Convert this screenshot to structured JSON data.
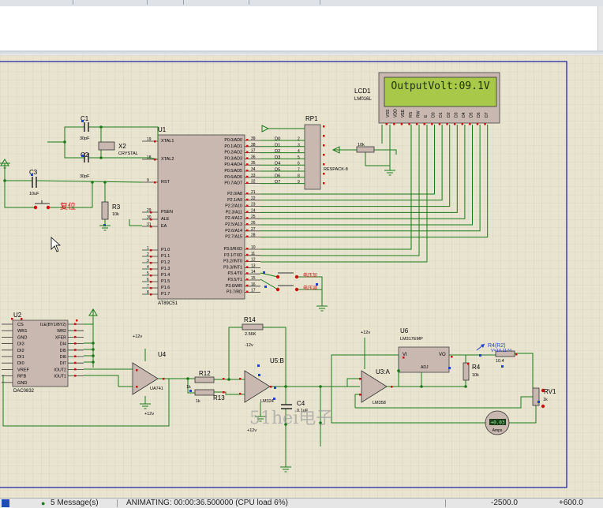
{
  "lcd": {
    "ref": "LCD1",
    "part": "LM016L",
    "display_text": "OutputVolt:09.1V",
    "pins": [
      "VSS",
      "VDD",
      "VEE",
      "RS",
      "RW",
      "E",
      "D0",
      "D1",
      "D2",
      "D3",
      "D4",
      "D5",
      "D6",
      "D7"
    ]
  },
  "u1": {
    "ref": "U1",
    "part": "AT89C51",
    "left_pins": [
      "XTAL1",
      "XTAL2",
      "RST",
      "PSEN",
      "ALE",
      "EA",
      "P1.0",
      "P1.1",
      "P1.2",
      "P1.3",
      "P1.4",
      "P1.5",
      "P1.6",
      "P1.7"
    ],
    "left_nums": [
      "19",
      "18",
      "9",
      "29",
      "30",
      "31",
      "1",
      "2",
      "3",
      "4",
      "5",
      "6",
      "7",
      "8"
    ],
    "right_pins": [
      "P0.0/AD0",
      "P0.1/AD1",
      "P0.2/AD2",
      "P0.3/AD3",
      "P0.4/AD4",
      "P0.5/AD5",
      "P0.6/AD6",
      "P0.7/AD7",
      "P2.0/A8",
      "P2.1/A9",
      "P2.2/A10",
      "P2.3/A11",
      "P2.4/A12",
      "P2.5/A13",
      "P2.6/A14",
      "P2.7/A15",
      "P3.0/RXD",
      "P3.1/TXD",
      "P3.2/INT0",
      "P3.3/INT1",
      "P3.4/T0",
      "P3.5/T1",
      "P3.6/WR",
      "P3.7/RD"
    ],
    "right_nums": [
      "39",
      "38",
      "37",
      "36",
      "35",
      "34",
      "33",
      "32",
      "21",
      "22",
      "23",
      "24",
      "25",
      "26",
      "27",
      "28",
      "10",
      "11",
      "12",
      "13",
      "14",
      "15",
      "16",
      "17"
    ]
  },
  "components": {
    "c1": {
      "ref": "C1",
      "value": "30pF"
    },
    "c2": {
      "ref": "C2",
      "value": "30pF"
    },
    "c3": {
      "ref": "C3",
      "value": "10uF"
    },
    "c4": {
      "ref": "C4",
      "value": "0.1uF"
    },
    "x2": {
      "ref": "X2",
      "value": "CRYSTAL"
    },
    "r3": {
      "ref": "R3",
      "value": "10k"
    },
    "r4": {
      "ref": "R4",
      "value": "10k"
    },
    "r12": {
      "ref": "R12",
      "value": "1k"
    },
    "r13": {
      "ref": "R13",
      "value": "1k"
    },
    "r14": {
      "ref": "R14",
      "value": "2.56K"
    },
    "r4r2": {
      "ref": "R4(R2)",
      "value": "V=10.1174",
      "sub": "10.4"
    },
    "rv1": {
      "ref": "RV1",
      "value": "1k"
    },
    "rp1": {
      "ref": "RP1",
      "part": "RESPACK-8"
    },
    "pot_lcd": {
      "value": "10k"
    },
    "u2": {
      "ref": "U2",
      "part": "DAC0832",
      "left_pins": [
        "CS",
        "WR1",
        "GND",
        "DI3",
        "DI2",
        "DI1",
        "DI0",
        "VREF",
        "RFB",
        "GND"
      ],
      "mid_pins": [
        "ILE(BY1/BY2)",
        "WR2",
        "XFER",
        "DI4",
        "DI5",
        "DI6",
        "DI7",
        "IOUT2",
        "IOUT1"
      ]
    },
    "u4": {
      "ref": "U4",
      "part": "UA741"
    },
    "u5b": {
      "ref": "U5:B",
      "part": "LM324"
    },
    "u3a": {
      "ref": "U3:A",
      "part": "LM358"
    },
    "u6": {
      "ref": "U6",
      "part": "LM317EMP",
      "pins": [
        "VI",
        "VO",
        "ADJ"
      ]
    },
    "ammeter": {
      "part": "Amps",
      "reading": "+0.03"
    },
    "reset_btn": {
      "label": "复位"
    },
    "sw_up": {
      "label": "电压加"
    },
    "sw_down": {
      "label": "电压减"
    },
    "supply_pos": "+12v",
    "supply_neg": "-12v"
  },
  "net_labels": [
    "D0",
    "D1",
    "D2",
    "D3",
    "D4",
    "D5",
    "D6",
    "D7"
  ],
  "watermark": "51hei电子",
  "status": {
    "messages": "5 Message(s)",
    "animation": "ANIMATING: 00:00:36.500000 (CPU load 6%)",
    "coord_x": "-2500.0",
    "coord_y": "+600.0"
  },
  "colors": {
    "wire": "#1a7a1a",
    "body": "#c9b8b0",
    "lcd_bg": "#a8c84a",
    "lcd_frame": "#7a7a7a",
    "border": "#1a1aa0",
    "grid": "#d2cdb4",
    "pin_red": "#cc1010",
    "pin_blue": "#2040d0"
  }
}
